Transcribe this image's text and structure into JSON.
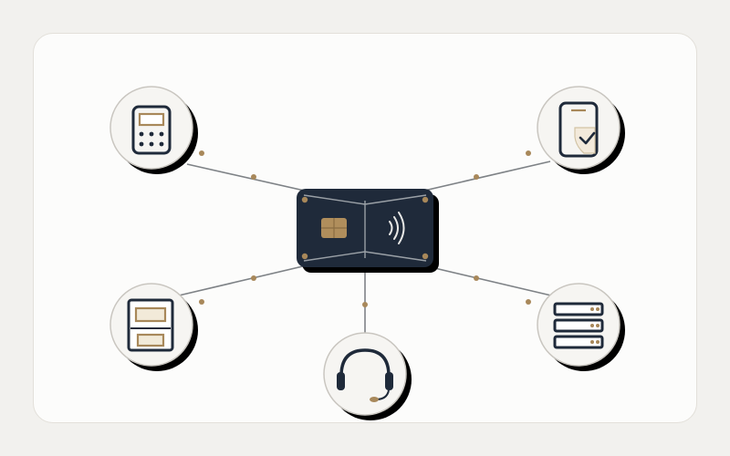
{
  "colors": {
    "background": "#f2f1ee",
    "panel": "#fcfcfb",
    "navy": "#1f2a3a",
    "gold": "#a8885a",
    "line": "#7e8286",
    "node_fill": "#f6f5f2",
    "node_border": "#c9c6c0"
  },
  "hub": {
    "name": "payment-card",
    "icons": [
      "card-chip-icon",
      "contactless-icon"
    ]
  },
  "nodes": [
    {
      "id": "pos-terminal",
      "icon": "pos-terminal-icon",
      "position": "top-left"
    },
    {
      "id": "mobile-verified",
      "icon": "mobile-checkmark-icon",
      "position": "top-right"
    },
    {
      "id": "invoice-document",
      "icon": "invoice-document-icon",
      "position": "bottom-left"
    },
    {
      "id": "support-headset",
      "icon": "headset-icon",
      "position": "bottom-center"
    },
    {
      "id": "server-rack",
      "icon": "server-rack-icon",
      "position": "bottom-right"
    }
  ]
}
